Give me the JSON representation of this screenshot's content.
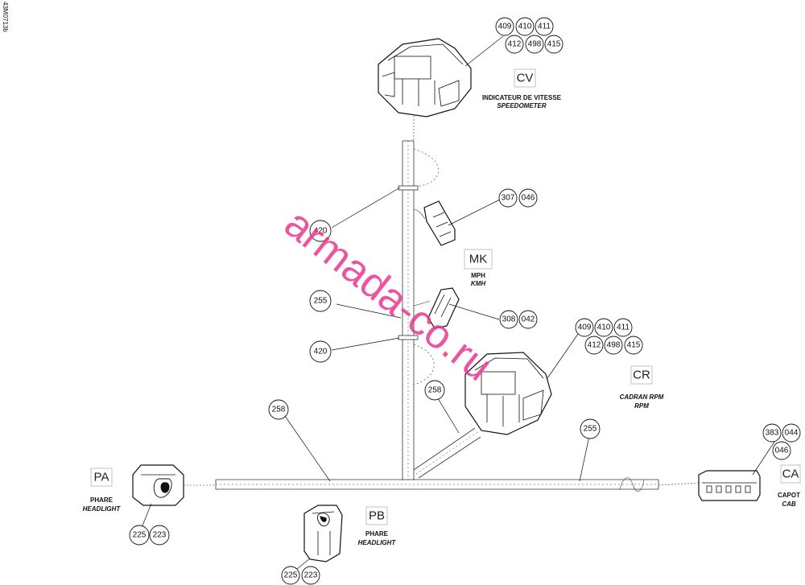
{
  "drawing_id": "43M0713b",
  "watermark": "armada-co.ru",
  "locations": {
    "cv": {
      "code": "CV",
      "fr": "INDICATEUR DE VITESSE",
      "en": "SPEEDOMETER"
    },
    "mk": {
      "code": "MK",
      "fr": "MPH",
      "en": "KMH"
    },
    "cr": {
      "code": "CR",
      "fr": "CADRAN RPM",
      "en": "RPM"
    },
    "ca": {
      "code": "CA",
      "fr": "CAPOT",
      "en": "CAB"
    },
    "pa": {
      "code": "PA",
      "fr": "PHARE",
      "en": "HEADLIGHT"
    },
    "pb": {
      "code": "PB",
      "fr": "PHARE",
      "en": "HEADLIGHT"
    }
  },
  "callouts": {
    "cv": [
      "409",
      "410",
      "411",
      "412",
      "498",
      "415"
    ],
    "cr": [
      "409",
      "410",
      "411",
      "412",
      "498",
      "415"
    ],
    "mk_top": [
      "307",
      "046"
    ],
    "mk_bottom": [
      "308",
      "042"
    ],
    "clip_upper": "420",
    "clip_lower": "420",
    "sleeve_mid": "255",
    "main_left": "258",
    "branch_cr": "258",
    "main_right": "255",
    "ca": [
      "383",
      "044",
      "046"
    ],
    "pa": [
      "225",
      "223"
    ],
    "pb": [
      "225",
      "223"
    ]
  }
}
